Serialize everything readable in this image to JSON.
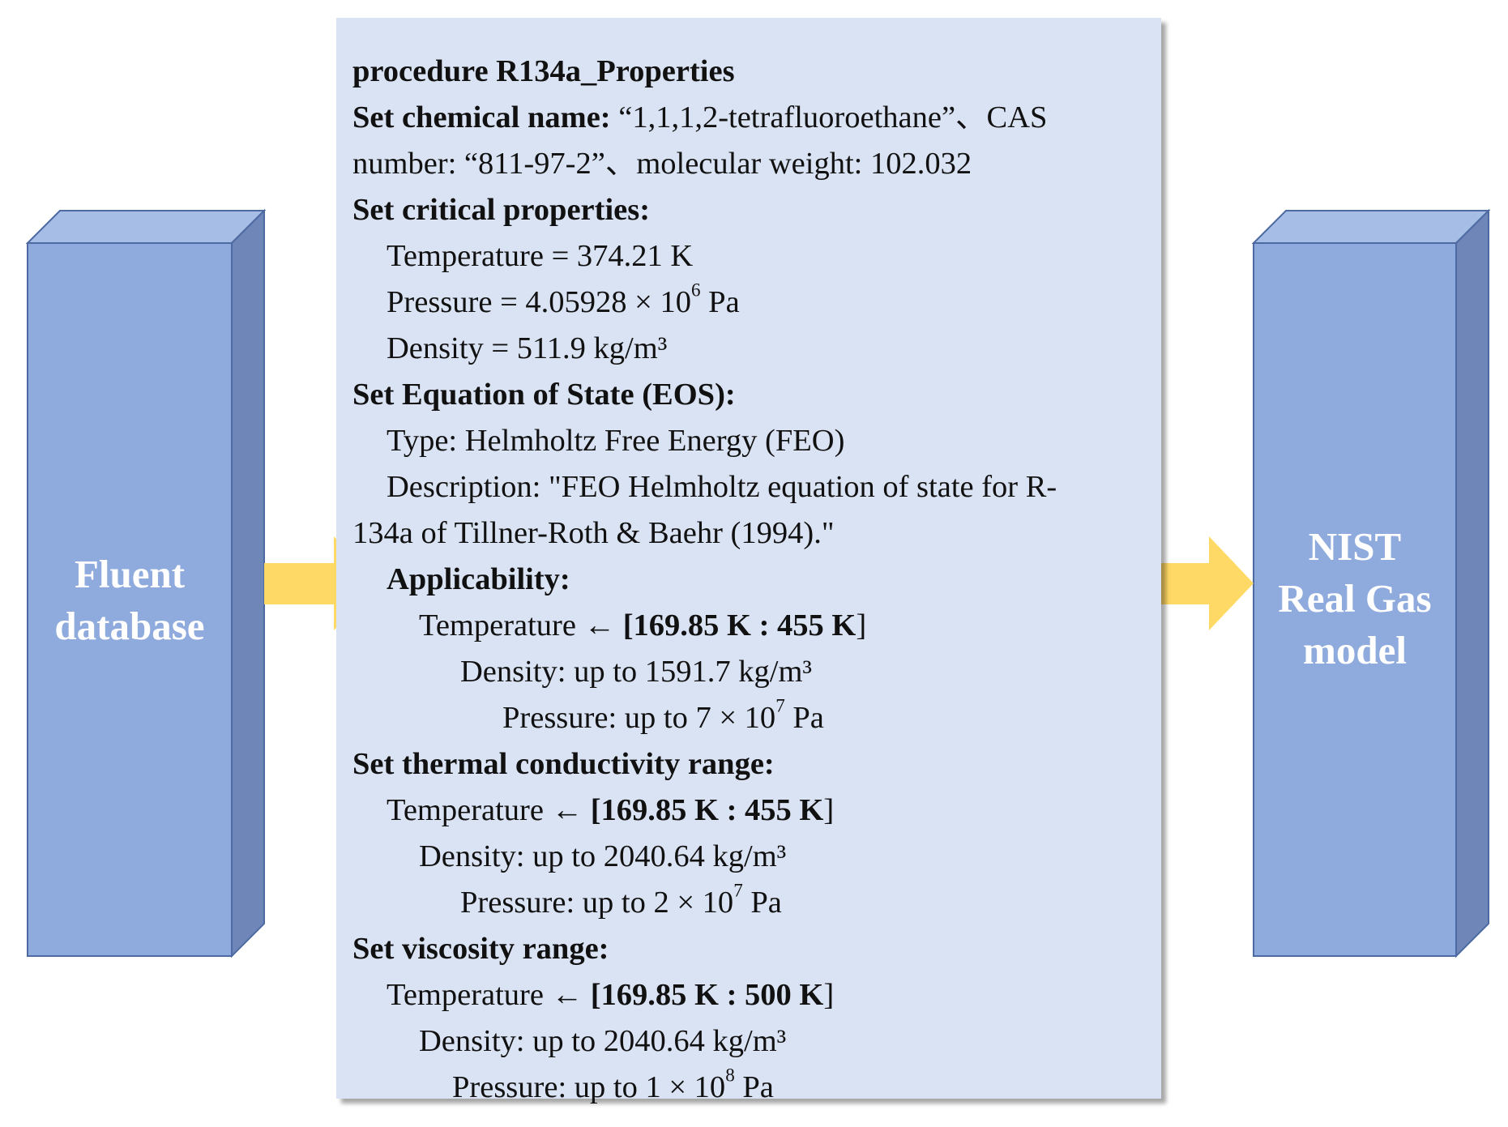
{
  "left_box": {
    "label_line1": "Fluent",
    "label_line2": "database"
  },
  "right_box": {
    "label_line1": "NIST",
    "label_line2": "Real Gas",
    "label_line3": "model"
  },
  "procedure": {
    "title": "procedure R134a_Properties",
    "chemical": {
      "heading": "Set chemical name:",
      "text_line1": " “1,1,1,2-tetrafluoroethane”、CAS",
      "text_line2": "number: “811-97-2”、molecular weight: 102.032"
    },
    "critical": {
      "heading": "Set critical properties:",
      "temperature": "Temperature = 374.21 K",
      "pressure_prefix": "Pressure = 4.05928 × 10",
      "pressure_exp": "6",
      "pressure_suffix": " Pa",
      "density": "Density = 511.9 kg/m³"
    },
    "eos": {
      "heading": "Set Equation of State (EOS):",
      "type": "Type: Helmholtz Free Energy (FEO)",
      "description_line1": "Description: \"FEO Helmholtz equation of state for R-",
      "description_line2": "134a of Tillner-Roth & Baehr (1994).\""
    },
    "applicability": {
      "heading": "Applicability:",
      "temperature_prefix": "Temperature ← ",
      "temperature_range": "[169.85 K : 455 K",
      "temperature_close": "]",
      "density": "Density: up to 1591.7 kg/m³",
      "pressure_prefix": "Pressure: up to 7 × 10",
      "pressure_exp": "7",
      "pressure_suffix": " Pa"
    },
    "thermal_conductivity": {
      "heading": "Set thermal conductivity range:",
      "temperature_prefix": "Temperature ← ",
      "temperature_range": "[169.85 K : 455 K",
      "temperature_close": "]",
      "density": "Density: up to 2040.64 kg/m³",
      "pressure_prefix": "Pressure: up to 2 × 10",
      "pressure_exp": "7",
      "pressure_suffix": " Pa"
    },
    "viscosity": {
      "heading": "Set viscosity range:",
      "temperature_prefix": "Temperature ← ",
      "temperature_range": "[169.85 K : 500 K",
      "temperature_close": "]",
      "density": "Density: up to 2040.64 kg/m³",
      "pressure_prefix": "Pressure: up to 1 × 10",
      "pressure_exp": "8",
      "pressure_suffix": " Pa"
    }
  },
  "colors": {
    "box_front": "#8faadc",
    "box_top": "#a6bde6",
    "box_side": "#6f86b8",
    "box_border": "#4d6aa3",
    "panel_fill": "#dae3f3",
    "arrow": "#ffd966"
  }
}
